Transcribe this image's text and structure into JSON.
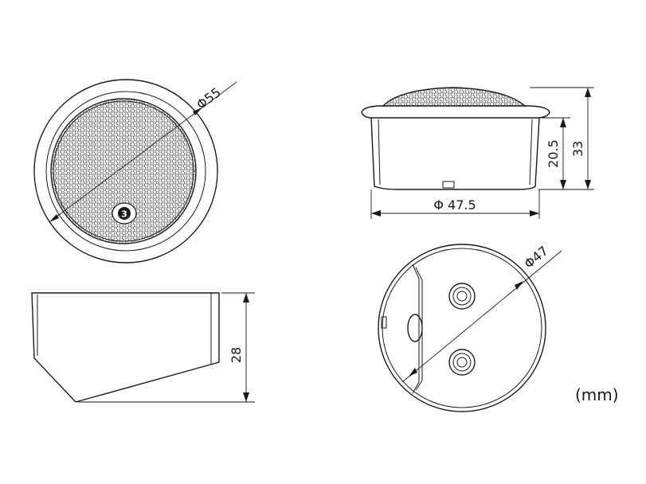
{
  "dimensions": {
    "front_diameter": "Φ55",
    "side_height": "28",
    "top_diameter": "Φ 47.5",
    "top_body_height": "20.5",
    "top_total_height": "33",
    "bottom_diameter": "Φ47"
  },
  "unit_label": "(mm)",
  "logo_mark": "3",
  "colors": {
    "line": "#1a1a1a",
    "background": "#ffffff"
  }
}
